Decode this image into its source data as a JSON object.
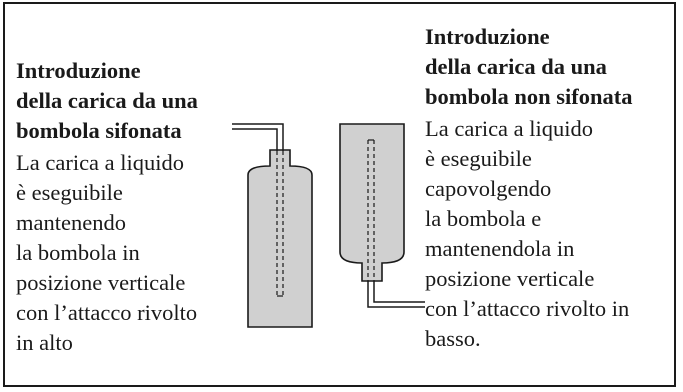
{
  "left_panel": {
    "heading_lines": [
      "Introduzione",
      "della carica da una",
      "bombola sifonata"
    ],
    "body_lines": [
      "La carica a liquido",
      "è eseguibile",
      "mantenendo",
      "la bombola in",
      "posizione verticale",
      "con l’attacco rivolto",
      "in alto"
    ]
  },
  "right_panel": {
    "heading_lines": [
      "Introduzione",
      "della carica da una",
      "bombola non sifonata"
    ],
    "body_lines": [
      "La carica a liquido",
      "è eseguibile",
      "capovolgendo",
      "la bombola e",
      "mantenendola in",
      "posizione verticale",
      "con l’attacco rivolto in",
      "basso."
    ]
  },
  "colors": {
    "cylinder_fill": "#d0d0d0",
    "line": "#1a1a1a"
  }
}
